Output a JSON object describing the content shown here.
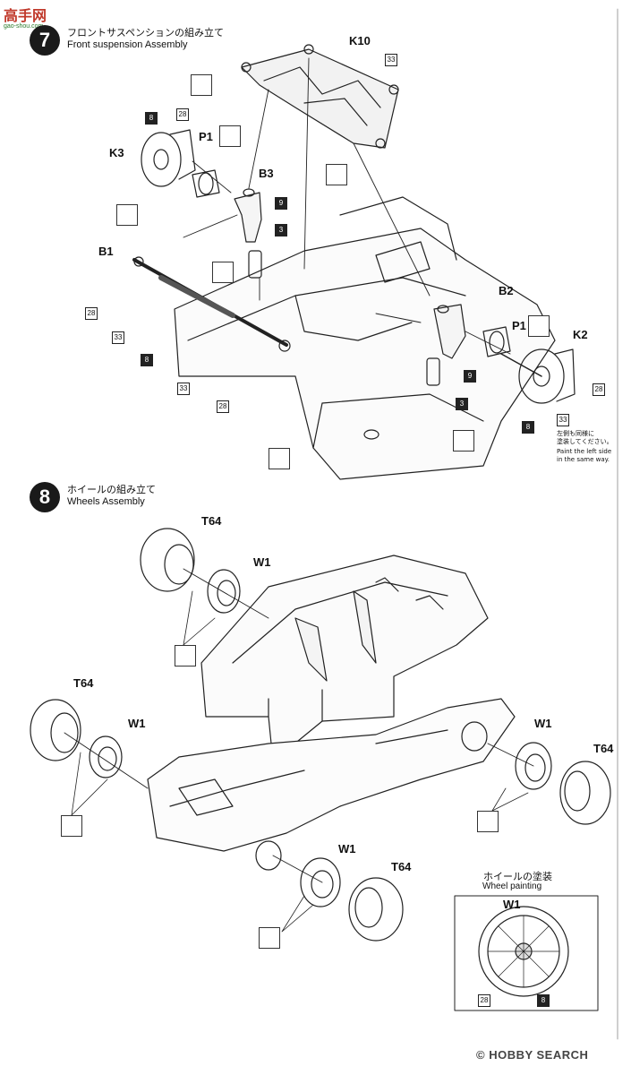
{
  "watermark_top": {
    "chars": "高手网",
    "site": "gao-shou.com"
  },
  "watermark_bottom": "© HOBBY SEARCH",
  "step7": {
    "number": "7",
    "title_jp": "フロントサスペンションの組み立て",
    "title_en": "Front suspension Assembly",
    "labels": {
      "k10": "K10",
      "k3": "K3",
      "p1_left": "P1",
      "b3": "B3",
      "b1": "B1",
      "b2": "B2",
      "p1_right": "P1",
      "k2": "K2"
    },
    "color_codes": {
      "c33": "33",
      "c8": "8",
      "c28": "28",
      "c9": "9",
      "c3": "3"
    },
    "note_jp_1": "左側も同様に",
    "note_jp_2": "塗装してください。",
    "note_en_1": "Paint the left side",
    "note_en_2": "in the same way."
  },
  "step8": {
    "number": "8",
    "title_jp": "ホイールの組み立て",
    "title_en": "Wheels Assembly",
    "labels": {
      "t64": "T64",
      "w1": "W1"
    },
    "painting": {
      "title_jp": "ホイールの塗装",
      "title_en": "Wheel painting",
      "part": "W1",
      "codes": [
        "28",
        "8"
      ]
    }
  }
}
